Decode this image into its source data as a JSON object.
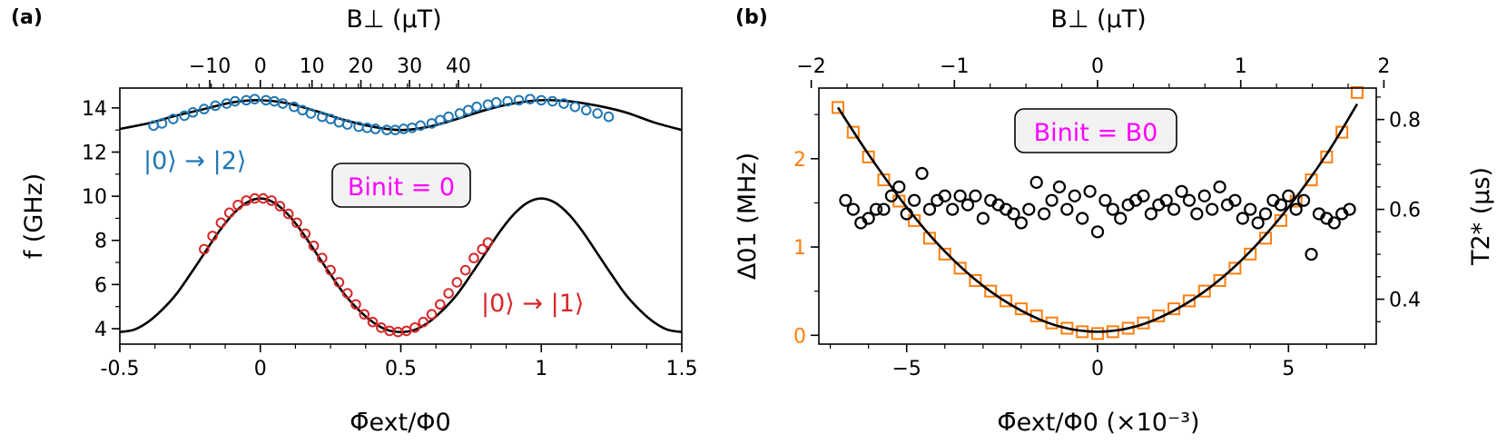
{
  "panels": {
    "a": {
      "label": "(a)",
      "xlabel": "Φ̄ext/Φ0",
      "ylabel": "f (GHz)",
      "top_xlabel": "B⊥ (μT)",
      "x_ticks": [
        "-0.5",
        "0",
        "0.5",
        "1",
        "1.5"
      ],
      "y_ticks": [
        "4",
        "6",
        "8",
        "10",
        "12",
        "14"
      ],
      "top_ticks": [
        "−10",
        "0",
        "10",
        "20",
        "30",
        "40"
      ],
      "annotation_02": "|0⟩ → |2⟩",
      "annotation_01": "|0⟩ → |1⟩",
      "box_label": "Binit = 0"
    },
    "b": {
      "label": "(b)",
      "xlabel": "Φ̄ext/Φ0 (×10⁻³)",
      "ylabel_left": "Δ01 (MHz)",
      "ylabel_right": "T2* (μs)",
      "top_xlabel": "B⊥ (μT)",
      "x_ticks": [
        "−5",
        "0",
        "5"
      ],
      "yl_ticks": [
        "0",
        "1",
        "2"
      ],
      "yr_ticks": [
        "0.4",
        "0.6",
        "0.8"
      ],
      "top_ticks": [
        "−2",
        "−1",
        "0",
        "1",
        "2"
      ],
      "box_label": "Binit = B0"
    }
  },
  "colors": {
    "blue": "#1f77b4",
    "red": "#d62728",
    "orange": "#ff7f0e",
    "magenta": "#ff00ff",
    "black": "#000000"
  },
  "chart_data": [
    {
      "type": "scatter",
      "panel": "a",
      "xlabel": "Φ̄ext/Φ0",
      "ylabel": "f (GHz)",
      "xlim": [
        -0.5,
        1.5
      ],
      "ylim": [
        3.3,
        14.9
      ],
      "top_axis": {
        "label": "B⊥ (μT)",
        "ticks": [
          -10,
          0,
          10,
          20,
          30,
          40
        ],
        "x_at_tick": [
          -0.18,
          0.0,
          0.184,
          0.358,
          0.531,
          0.705
        ]
      },
      "series": [
        {
          "name": "|0⟩ → |2⟩",
          "kind": "markers",
          "color": "#1f77b4",
          "x": [
            -0.38,
            -0.35,
            -0.31,
            -0.27,
            -0.24,
            -0.2,
            -0.16,
            -0.12,
            -0.09,
            -0.05,
            -0.02,
            0.02,
            0.05,
            0.08,
            0.12,
            0.15,
            0.18,
            0.22,
            0.25,
            0.28,
            0.31,
            0.35,
            0.38,
            0.41,
            0.45,
            0.48,
            0.51,
            0.54,
            0.57,
            0.61,
            0.64,
            0.67,
            0.71,
            0.74,
            0.77,
            0.81,
            0.84,
            0.88,
            0.92,
            0.96,
            1.0,
            1.04,
            1.08,
            1.12,
            1.16,
            1.2,
            1.24
          ],
          "y": [
            13.2,
            13.3,
            13.5,
            13.65,
            13.8,
            13.95,
            14.1,
            14.2,
            14.3,
            14.35,
            14.4,
            14.35,
            14.3,
            14.2,
            14.05,
            13.9,
            13.75,
            13.6,
            13.5,
            13.35,
            13.25,
            13.15,
            13.1,
            13.05,
            13.0,
            13.0,
            13.05,
            13.1,
            13.2,
            13.3,
            13.45,
            13.6,
            13.75,
            13.9,
            14.05,
            14.15,
            14.25,
            14.3,
            14.35,
            14.4,
            14.35,
            14.3,
            14.2,
            14.05,
            13.9,
            13.75,
            13.6
          ]
        },
        {
          "name": "|0⟩ → |1⟩",
          "kind": "markers",
          "color": "#d62728",
          "x": [
            -0.2,
            -0.17,
            -0.14,
            -0.11,
            -0.08,
            -0.05,
            -0.02,
            0.01,
            0.04,
            0.07,
            0.1,
            0.13,
            0.16,
            0.19,
            0.22,
            0.25,
            0.28,
            0.31,
            0.34,
            0.37,
            0.4,
            0.43,
            0.46,
            0.49,
            0.52,
            0.55,
            0.58,
            0.61,
            0.64,
            0.67,
            0.7,
            0.73,
            0.76,
            0.79,
            0.81
          ],
          "y": [
            7.6,
            8.2,
            8.8,
            9.25,
            9.6,
            9.8,
            9.9,
            9.9,
            9.8,
            9.55,
            9.2,
            8.8,
            8.3,
            7.75,
            7.2,
            6.65,
            6.1,
            5.6,
            5.1,
            4.65,
            4.3,
            4.05,
            3.9,
            3.85,
            3.9,
            4.05,
            4.3,
            4.65,
            5.1,
            5.6,
            6.1,
            6.65,
            7.2,
            7.6,
            7.9
          ]
        },
        {
          "name": "",
          "kind": "fit",
          "color": "#000000",
          "x": [
            -0.5,
            -0.4,
            -0.3,
            -0.2,
            -0.1,
            0.0,
            0.1,
            0.2,
            0.3,
            0.4,
            0.5,
            0.6,
            0.7,
            0.8,
            0.9,
            1.0,
            1.1,
            1.2,
            1.3,
            1.4,
            1.5
          ],
          "y": [
            13.05,
            13.3,
            13.65,
            13.95,
            14.25,
            14.35,
            14.2,
            13.85,
            13.45,
            13.15,
            13.0,
            13.15,
            13.5,
            13.9,
            14.2,
            14.35,
            14.3,
            14.1,
            13.8,
            13.35,
            13.0
          ]
        },
        {
          "name": "",
          "kind": "fit",
          "color": "#000000",
          "x": [
            -0.5,
            -0.45,
            -0.4,
            -0.35,
            -0.3,
            -0.25,
            -0.2,
            -0.15,
            -0.1,
            -0.05,
            0.0,
            0.05,
            0.1,
            0.15,
            0.2,
            0.25,
            0.3,
            0.35,
            0.4,
            0.45,
            0.5,
            0.55,
            0.6,
            0.65,
            0.7,
            0.75,
            0.8,
            0.85,
            0.9,
            0.95,
            1.0,
            1.05,
            1.1,
            1.15,
            1.2,
            1.25,
            1.3,
            1.35,
            1.4,
            1.45,
            1.5
          ],
          "y": [
            3.85,
            3.95,
            4.3,
            4.85,
            5.55,
            6.45,
            7.4,
            8.35,
            9.15,
            9.7,
            9.9,
            9.7,
            9.15,
            8.35,
            7.4,
            6.45,
            5.55,
            4.85,
            4.3,
            3.95,
            3.85,
            3.95,
            4.3,
            4.85,
            5.55,
            6.45,
            7.4,
            8.35,
            9.15,
            9.7,
            9.9,
            9.7,
            9.15,
            8.35,
            7.4,
            6.45,
            5.55,
            4.85,
            4.3,
            3.95,
            3.85
          ]
        }
      ]
    },
    {
      "type": "scatter",
      "panel": "b",
      "xlabel": "Φ̄ext/Φ0 (×10⁻³)",
      "ylabel": "Δ01 (MHz)",
      "y2label": "T2* (μs)",
      "xlim": [
        -7.3,
        7.3
      ],
      "ylim": [
        -0.1,
        2.8
      ],
      "y2lim": [
        0.3,
        0.87
      ],
      "top_axis": {
        "label": "B⊥ (μT)",
        "ticks": [
          -2,
          -1,
          0,
          1,
          2
        ],
        "x_at_tick": [
          -7.5,
          -3.75,
          0,
          3.75,
          7.5
        ]
      },
      "series": [
        {
          "name": "Δ01",
          "kind": "step",
          "color": "#ff7f0e",
          "axis": "left",
          "x": [
            -6.8,
            -6.4,
            -6.0,
            -5.6,
            -5.2,
            -4.8,
            -4.4,
            -4.0,
            -3.6,
            -3.2,
            -2.8,
            -2.4,
            -2.0,
            -1.6,
            -1.2,
            -0.8,
            -0.4,
            0.0,
            0.4,
            0.8,
            1.2,
            1.6,
            2.0,
            2.4,
            2.8,
            3.2,
            3.6,
            4.0,
            4.4,
            4.8,
            5.2,
            5.6,
            6.0,
            6.4,
            6.8
          ],
          "y": [
            2.58,
            2.3,
            2.02,
            1.76,
            1.52,
            1.3,
            1.1,
            0.92,
            0.76,
            0.62,
            0.5,
            0.39,
            0.3,
            0.22,
            0.14,
            0.08,
            0.04,
            0.02,
            0.04,
            0.08,
            0.14,
            0.22,
            0.3,
            0.39,
            0.5,
            0.62,
            0.76,
            0.92,
            1.1,
            1.3,
            1.52,
            1.76,
            2.02,
            2.3,
            2.75
          ]
        },
        {
          "name": "",
          "kind": "fit",
          "color": "#000000",
          "axis": "left",
          "x": [
            -6.8,
            -6.0,
            -5.0,
            -4.0,
            -3.0,
            -2.0,
            -1.0,
            0.0,
            1.0,
            2.0,
            3.0,
            4.0,
            5.0,
            6.0,
            6.8
          ],
          "y": [
            2.58,
            2.05,
            1.45,
            0.95,
            0.56,
            0.28,
            0.1,
            0.04,
            0.1,
            0.28,
            0.56,
            0.95,
            1.45,
            2.05,
            2.62
          ]
        },
        {
          "name": "T2*",
          "kind": "markers",
          "color": "#000000",
          "axis": "right",
          "x": [
            -6.6,
            -6.4,
            -6.2,
            -6.0,
            -5.8,
            -5.6,
            -5.4,
            -5.2,
            -5.0,
            -4.8,
            -4.6,
            -4.4,
            -4.2,
            -4.0,
            -3.8,
            -3.6,
            -3.4,
            -3.2,
            -3.0,
            -2.8,
            -2.6,
            -2.4,
            -2.2,
            -2.0,
            -1.8,
            -1.6,
            -1.4,
            -1.2,
            -1.0,
            -0.8,
            -0.6,
            -0.4,
            -0.2,
            0.0,
            0.2,
            0.4,
            0.6,
            0.8,
            1.0,
            1.2,
            1.4,
            1.6,
            1.8,
            2.0,
            2.2,
            2.4,
            2.6,
            2.8,
            3.0,
            3.2,
            3.4,
            3.6,
            3.8,
            4.0,
            4.2,
            4.4,
            4.6,
            4.8,
            5.0,
            5.2,
            5.4,
            5.6,
            5.8,
            6.0,
            6.2,
            6.4,
            6.6
          ],
          "y": [
            0.62,
            0.6,
            0.57,
            0.58,
            0.6,
            0.6,
            0.63,
            0.65,
            0.59,
            0.62,
            0.68,
            0.6,
            0.62,
            0.63,
            0.6,
            0.63,
            0.61,
            0.63,
            0.58,
            0.62,
            0.61,
            0.6,
            0.59,
            0.57,
            0.6,
            0.66,
            0.59,
            0.62,
            0.65,
            0.6,
            0.63,
            0.58,
            0.64,
            0.55,
            0.62,
            0.6,
            0.58,
            0.61,
            0.62,
            0.63,
            0.59,
            0.61,
            0.62,
            0.6,
            0.64,
            0.62,
            0.59,
            0.63,
            0.6,
            0.65,
            0.61,
            0.62,
            0.58,
            0.6,
            0.57,
            0.59,
            0.62,
            0.61,
            0.63,
            0.6,
            0.62,
            0.5,
            0.59,
            0.58,
            0.57,
            0.59,
            0.6
          ]
        }
      ]
    }
  ]
}
